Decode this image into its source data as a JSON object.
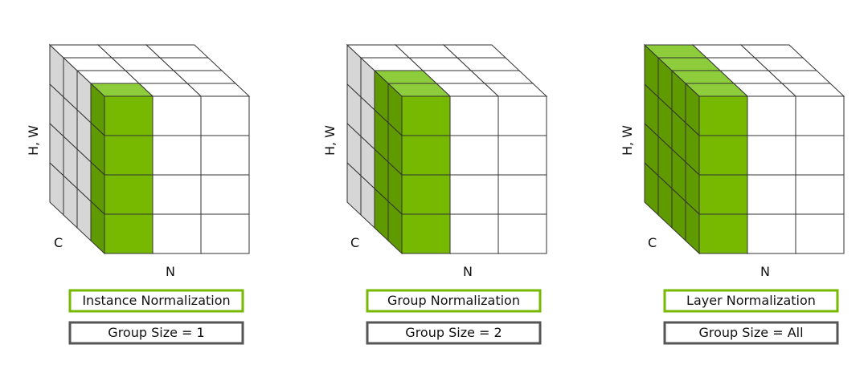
{
  "colors": {
    "accent_green": "#76b900",
    "box_border_dark": "#555555",
    "side_gray": "#d6d6d6",
    "top_white": "#ffffff"
  },
  "panels": [
    {
      "name": "instance-normalization",
      "highlight": "single-channel-column",
      "axis_hw": "H, W",
      "axis_c": "C",
      "axis_n": "N",
      "title": "Instance Normalization",
      "group_size": "Group Size = 1"
    },
    {
      "name": "group-normalization",
      "highlight": "two-channel-group",
      "axis_hw": "H, W",
      "axis_c": "C",
      "axis_n": "N",
      "title": "Group Normalization",
      "group_size": "Group Size = 2"
    },
    {
      "name": "layer-normalization",
      "highlight": "all-channels",
      "axis_hw": "H, W",
      "axis_c": "C",
      "axis_n": "N",
      "title": "Layer Normalization",
      "group_size": "Group Size = All"
    }
  ]
}
